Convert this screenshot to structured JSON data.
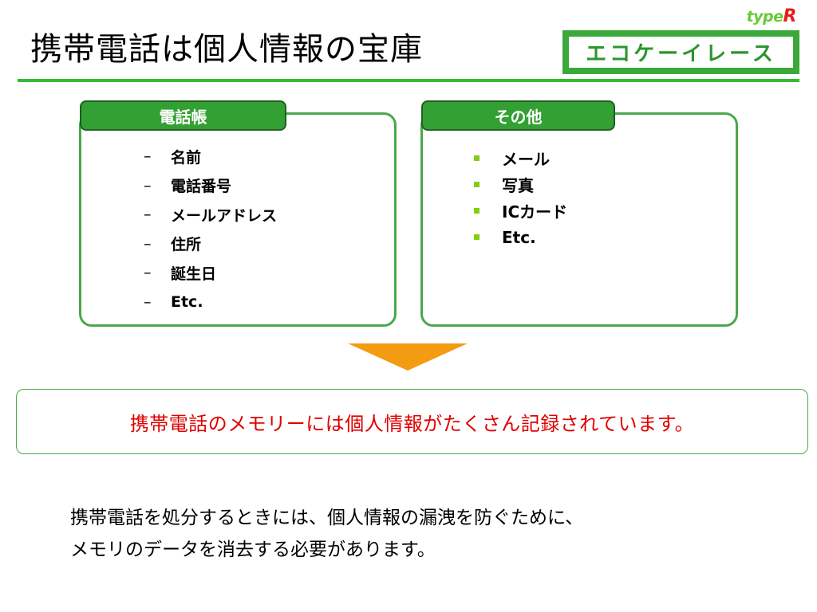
{
  "title": "携帯電話は個人情報の宝庫",
  "brand": {
    "typer_prefix": "type",
    "typer_suffix": "R",
    "logo_text": "エコケーイレース"
  },
  "phonebook": {
    "heading": "電話帳",
    "items": [
      "名前",
      "電話番号",
      "メールアドレス",
      "住所",
      "誕生日",
      "Etc."
    ],
    "marker": "–"
  },
  "other": {
    "heading": "その他",
    "items": [
      "メール",
      "写真",
      "ICカード",
      "Etc."
    ]
  },
  "callout": "携帯電話のメモリーには個人情報がたくさん記録されています。",
  "body": {
    "line1": "携帯電話を処分するときには、個人情報の漏洩を防ぐために、",
    "line2": "メモリのデータを消去する必要があります。"
  },
  "colors": {
    "accent_green": "#33bb33",
    "tab_green": "#33a033",
    "arrow_orange": "#f39c12",
    "callout_red": "#e00000"
  }
}
